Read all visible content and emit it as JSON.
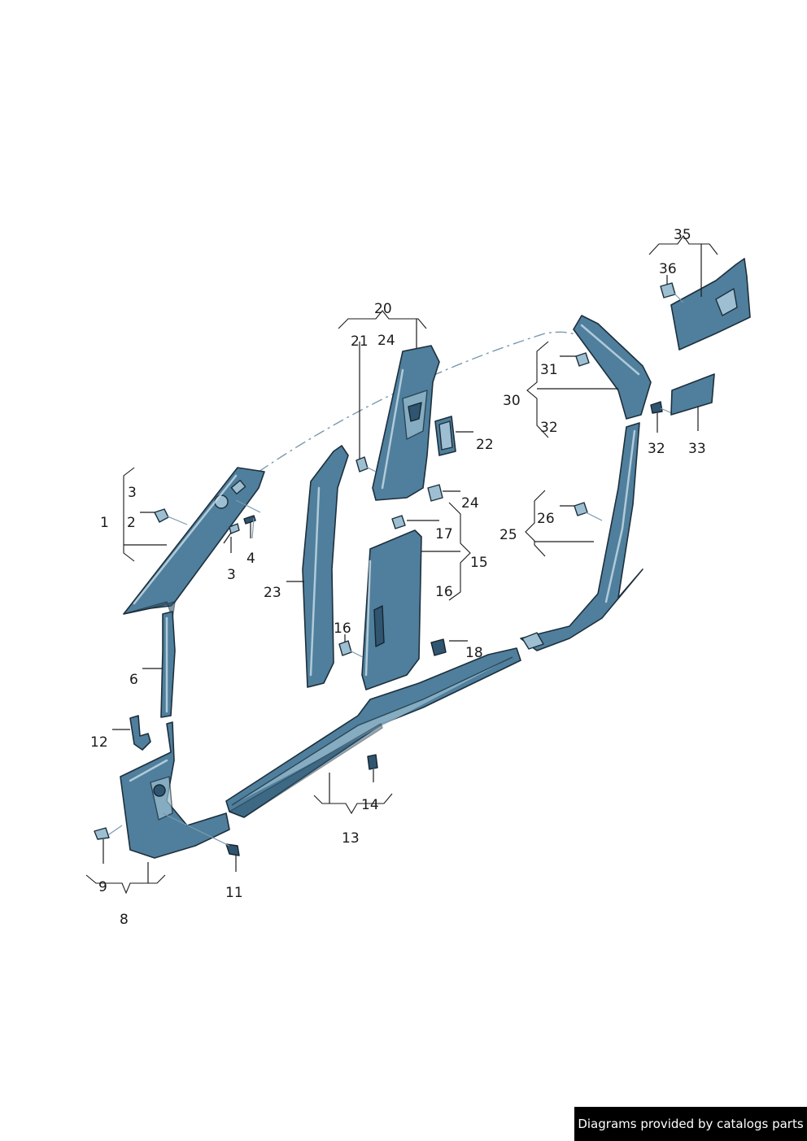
{
  "watermark": "Diagrams provided by catalogs parts",
  "colors": {
    "part": "#4f7f9c",
    "part_light": "#9dbfd1",
    "part_dark": "#2f5570",
    "outline": "#1d2f3c",
    "background": "#ffffff"
  },
  "callouts": {
    "n1": "1",
    "n2": "2",
    "n3a": "3",
    "n3b": "3",
    "n4": "4",
    "n6": "6",
    "n8": "8",
    "n9": "9",
    "n11": "11",
    "n12": "12",
    "n13": "13",
    "n14": "14",
    "n15": "15",
    "n16a": "16",
    "n16b": "16",
    "n17": "17",
    "n18": "18",
    "n20": "20",
    "n21": "21",
    "n22": "22",
    "n23": "23",
    "n24a": "24",
    "n24b": "24",
    "n25": "25",
    "n26": "26",
    "n30": "30",
    "n31": "31",
    "n32a": "32",
    "n32b": "32",
    "n33": "33",
    "n35": "35",
    "n36": "36"
  }
}
